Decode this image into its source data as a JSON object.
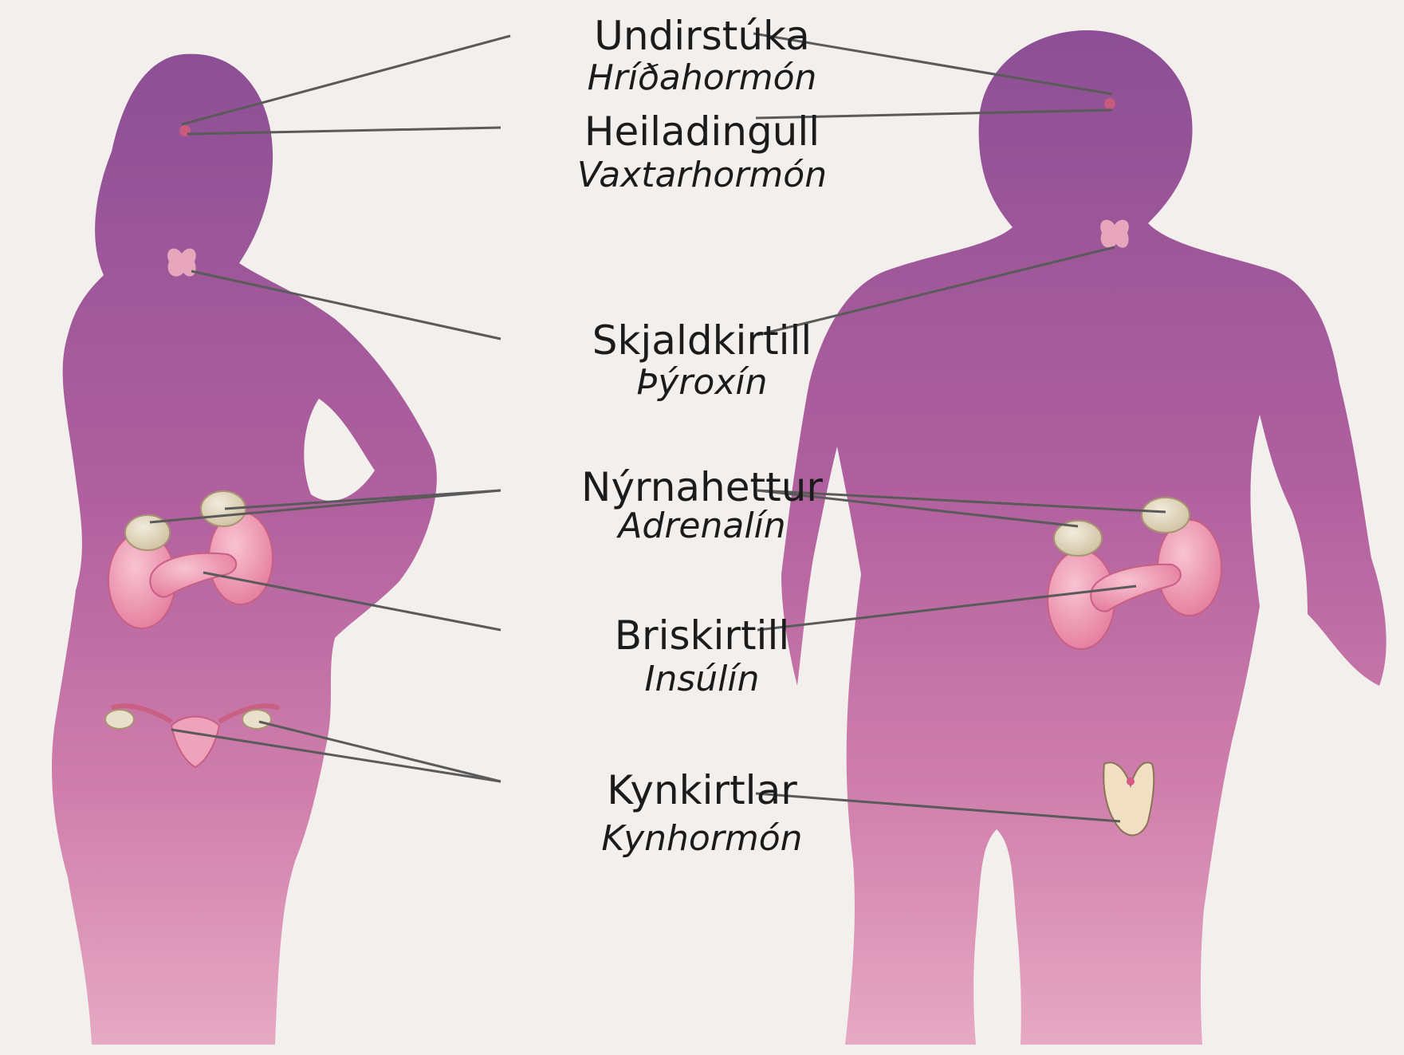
{
  "colors": {
    "background": "#f2efec",
    "body_top": "#8c4f95",
    "body_bottom": "#e6a9c2",
    "organ_pink": "#f19cb5",
    "adrenal": "#e6dcc4",
    "leader_line": "#5a5a5a",
    "text": "#1b1b1b"
  },
  "figures": {
    "female": {
      "icon": "female-silhouette-icon"
    },
    "male": {
      "icon": "male-silhouette-icon"
    }
  },
  "glands": [
    {
      "id": "hypothalamus",
      "name": "Undirstúka",
      "hormone": "Hríðahormón"
    },
    {
      "id": "pituitary",
      "name": "Heiladingull",
      "hormone": "Vaxtarhormón"
    },
    {
      "id": "thyroid",
      "name": "Skjaldkirtill",
      "hormone": "Þýroxín"
    },
    {
      "id": "adrenal",
      "name": "Nýrnahettur",
      "hormone": "Adrenalín"
    },
    {
      "id": "pancreas",
      "name": "Briskirtill",
      "hormone": "Insúlín"
    },
    {
      "id": "gonads",
      "name": "Kynkirtlar",
      "hormone": "Kynhormón"
    }
  ]
}
